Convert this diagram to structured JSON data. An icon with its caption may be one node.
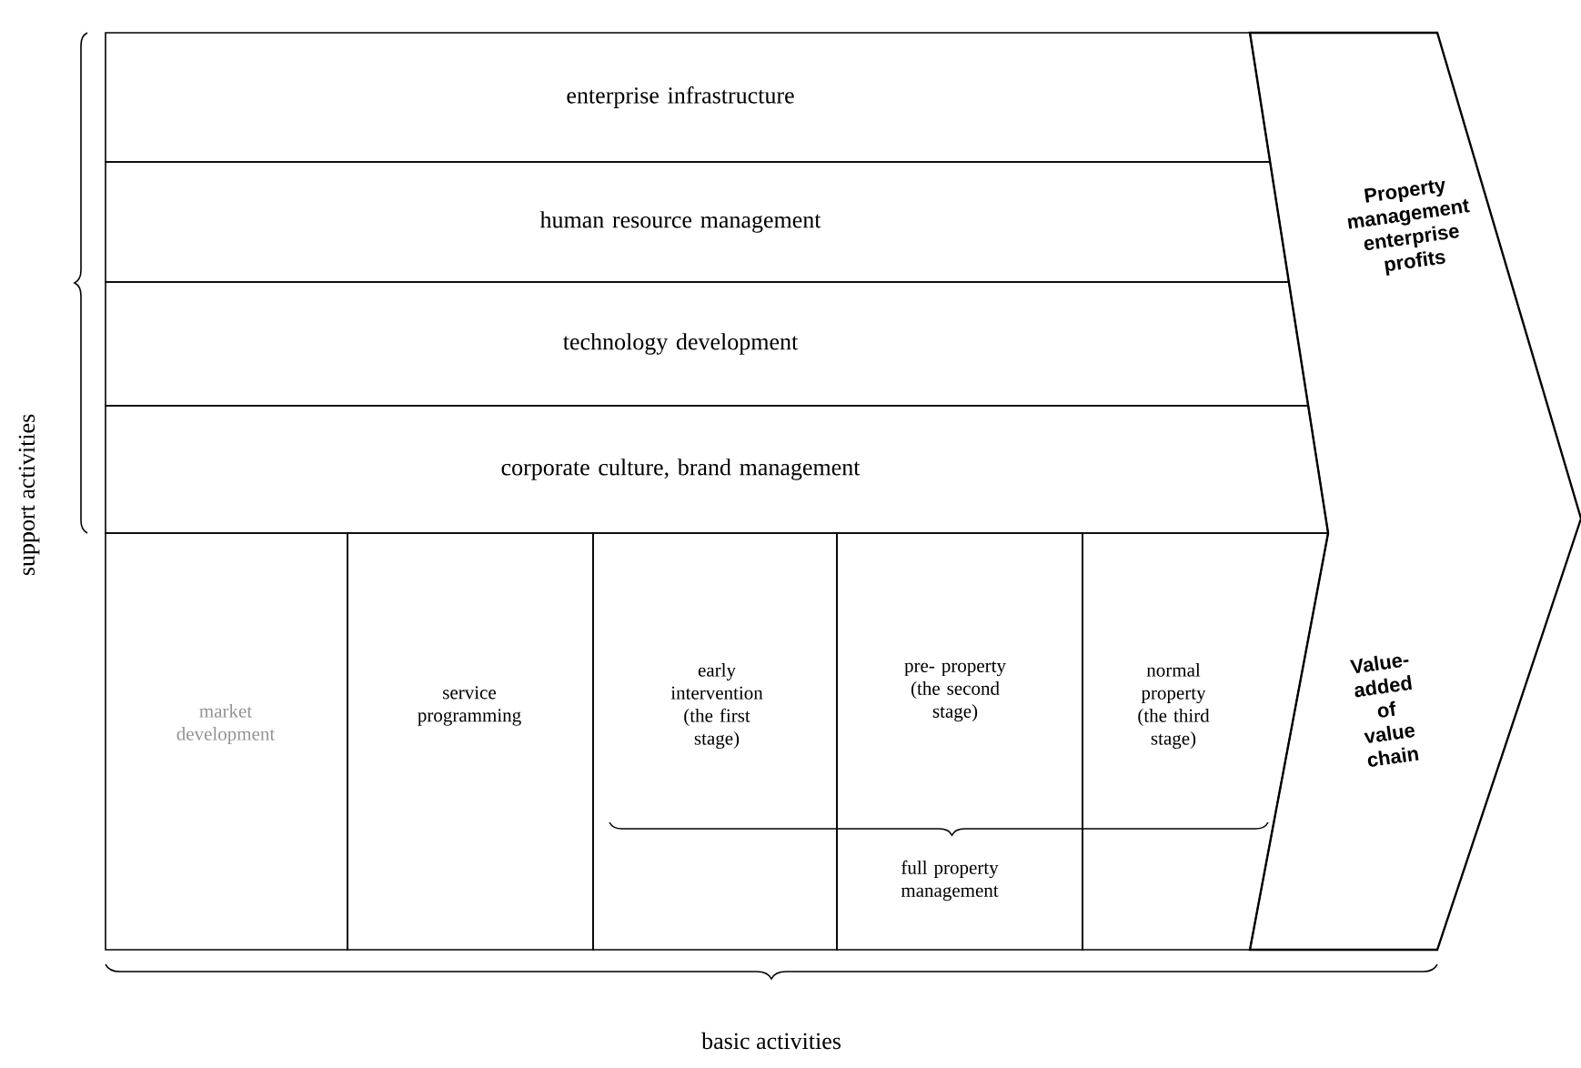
{
  "diagram": {
    "nodes": [
      {
        "text": [
          "enterprise infrastructure"
        ]
      },
      {
        "text": [
          "human resource management"
        ]
      },
      {
        "text": [
          "technology development"
        ]
      },
      {
        "text": [
          "corporate culture, brand management"
        ]
      },
      {
        "text": [
          "market development"
        ]
      },
      {
        "text": [
          "service programming"
        ]
      },
      {
        "text": [
          "early intervention (the first stage)"
        ]
      },
      {
        "text": [
          "pre- property (the second stage)"
        ]
      },
      {
        "text": [
          "normal property (the third stage)"
        ]
      },
      {
        "text": [
          "Property management enterprise profits",
          "Value-added of value chain"
        ]
      }
    ],
    "labels": [
      "support activities",
      "full property management",
      "basic activities"
    ]
  }
}
